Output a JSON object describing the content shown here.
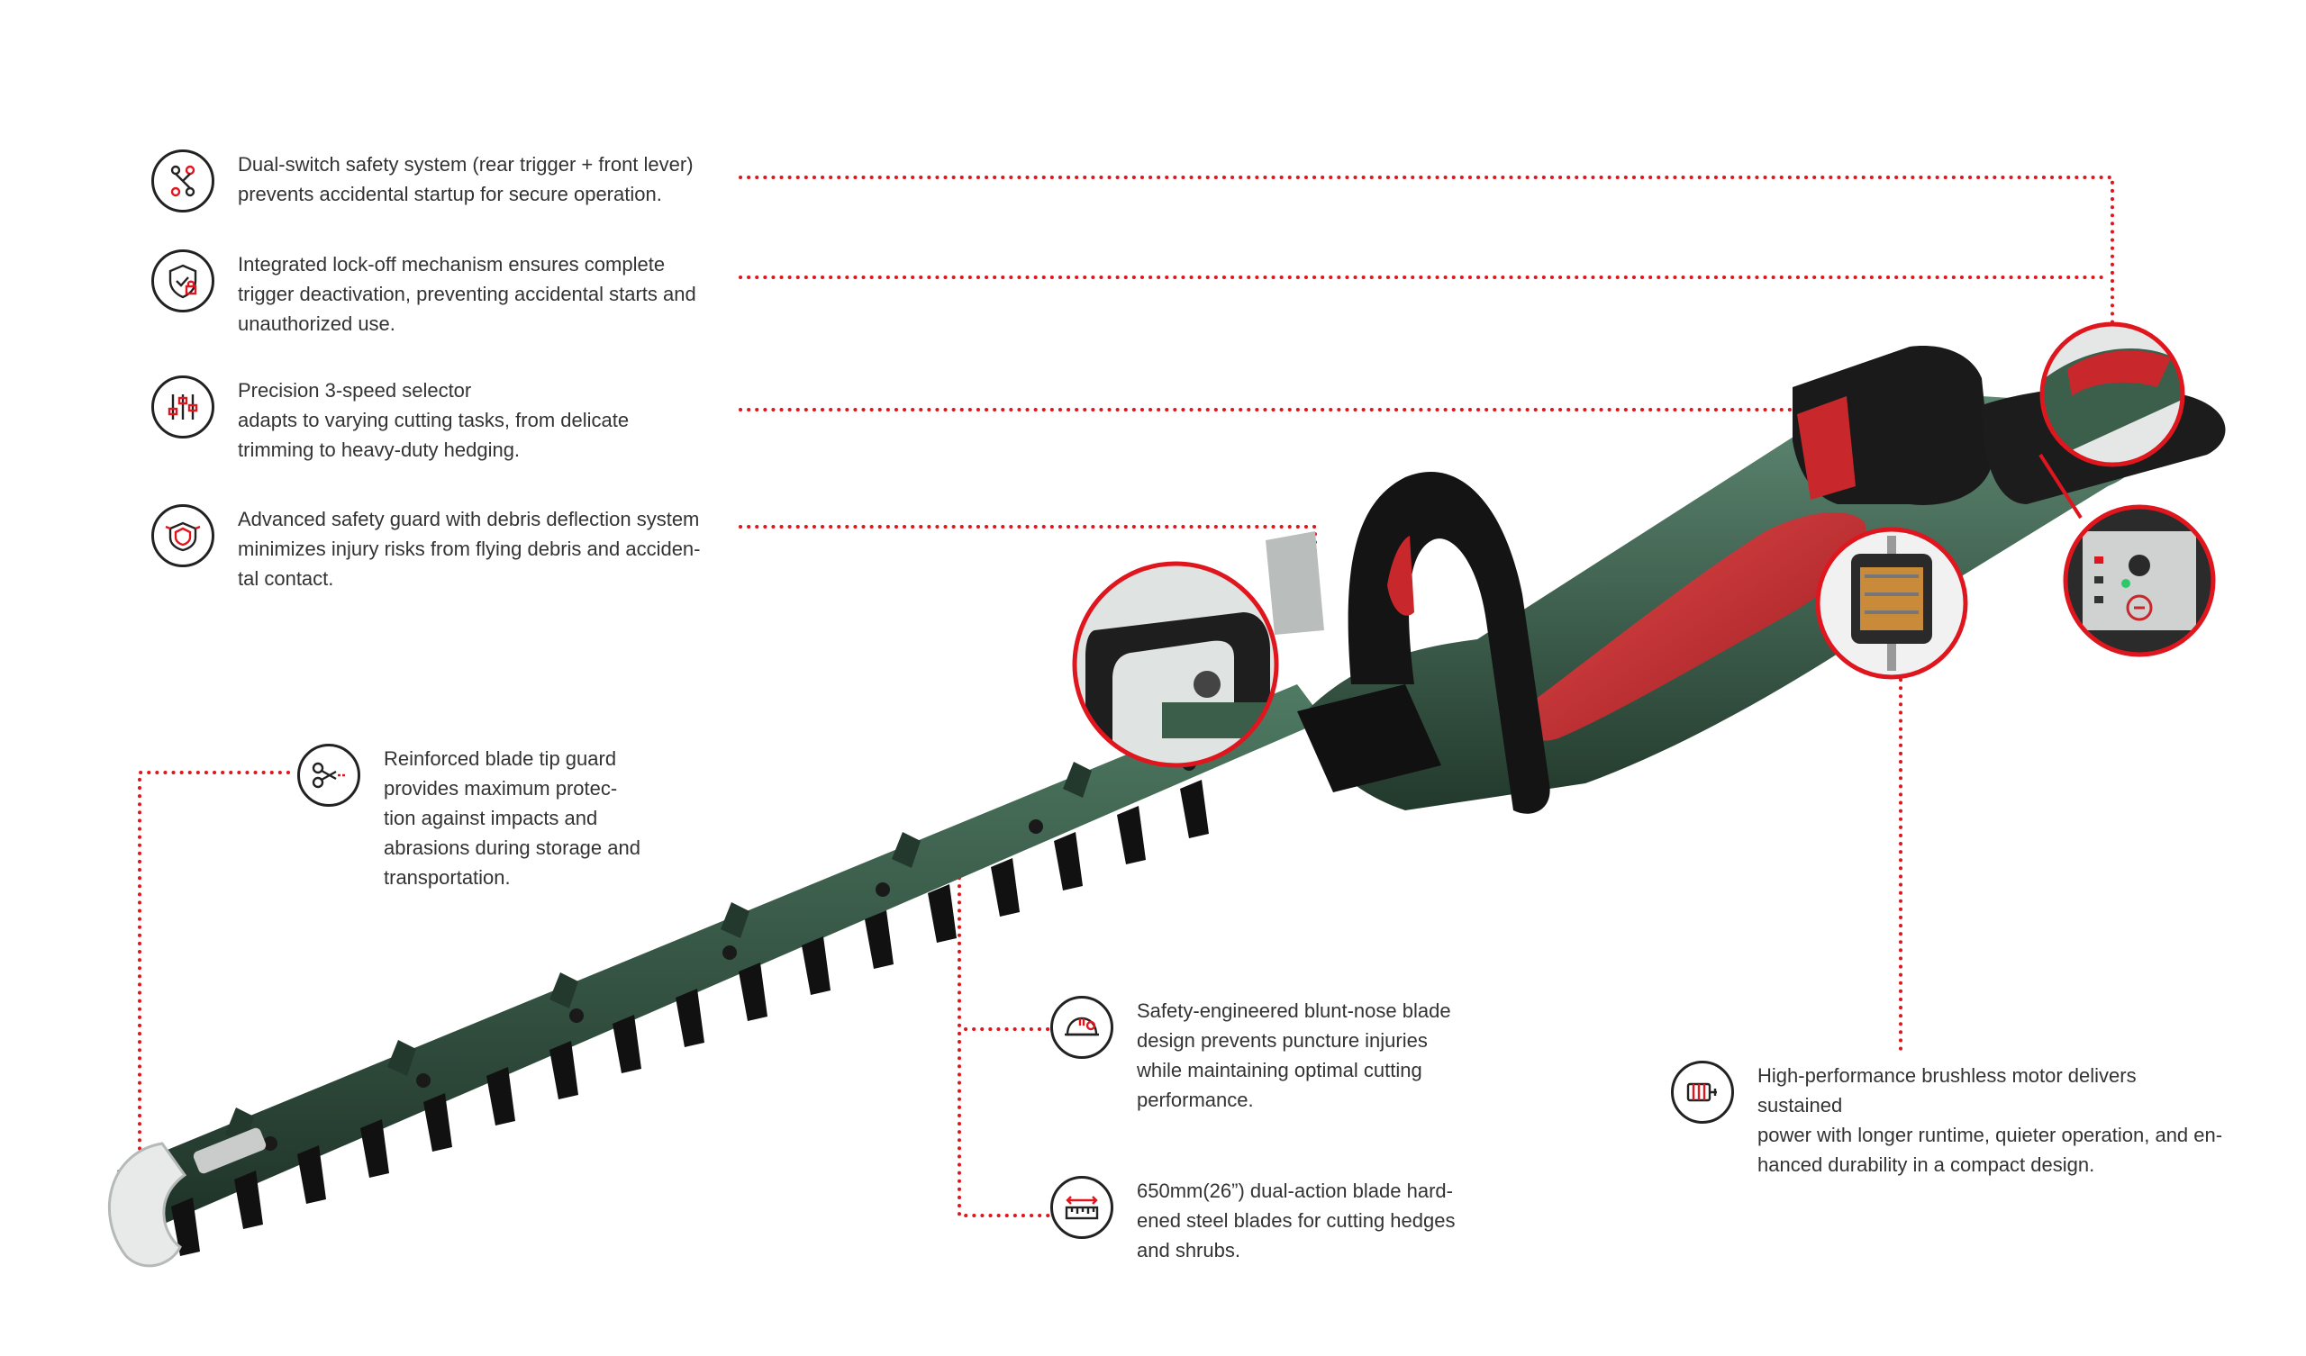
{
  "features": [
    {
      "id": "dual-switch",
      "icon": "switch-network-icon",
      "text": "Dual-switch safety system (rear trigger + front lever)\nprevents accidental startup for secure operation."
    },
    {
      "id": "lock-off",
      "icon": "shield-lock-icon",
      "text": "Integrated lock-off mechanism ensures complete\ntrigger deactivation, preventing accidental starts and\nunauthorized use."
    },
    {
      "id": "speed-selector",
      "icon": "sliders-icon",
      "text": "Precision 3-speed selector\nadapts to varying cutting tasks, from delicate\ntrimming to heavy-duty hedging."
    },
    {
      "id": "safety-guard",
      "icon": "guard-shield-icon",
      "text": "Advanced safety guard with debris deflection system\nminimizes injury risks from flying debris and acciden-\ntal contact."
    },
    {
      "id": "blade-tip-guard",
      "icon": "scissors-icon",
      "text": "Reinforced blade tip guard\nprovides maximum protec-\ntion against impacts and\nabrasions during storage and\ntransportation."
    },
    {
      "id": "blunt-nose",
      "icon": "hard-hat-icon",
      "text": "Safety-engineered blunt-nose blade\ndesign prevents puncture injuries\nwhile maintaining optimal cutting\nperformance."
    },
    {
      "id": "blade-length",
      "icon": "ruler-icon",
      "text": "650mm(26”)  dual-action blade hard-\nened steel blades for cutting hedges\nand shrubs."
    },
    {
      "id": "brushless-motor",
      "icon": "motor-icon",
      "text": "High-performance brushless motor delivers sustained\npower with longer runtime, quieter operation, and en-\nhanced durability in a compact design."
    }
  ],
  "colors": {
    "accent": "#e0161e",
    "tool_green": "#3a5e4a",
    "tool_red": "#c8282c",
    "text": "#333333"
  }
}
